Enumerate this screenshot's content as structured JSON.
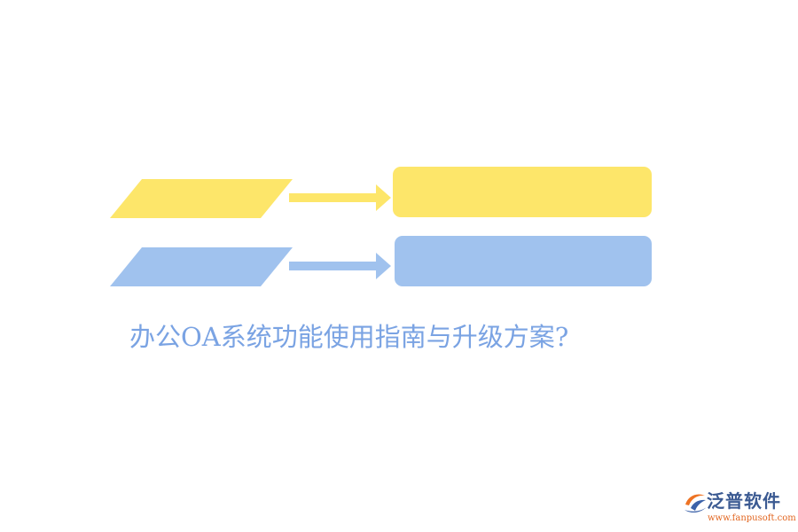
{
  "caption": "办公OA系统功能使用指南与升级方案?",
  "brand": {
    "name": "泛普软件",
    "url": "www.fanpusoft.com"
  },
  "colors": {
    "yellow": "#fde66a",
    "blue": "#a0c2ee",
    "caption": "#7aa3e3",
    "brand_name": "#3b5a92",
    "brand_url": "#e2651f",
    "logo_orange": "#ee7324",
    "logo_blue": "#3c62a9"
  },
  "rows": [
    {
      "label": "",
      "box_text": "",
      "color": "yellow"
    },
    {
      "label": "",
      "box_text": "",
      "color": "blue"
    }
  ]
}
